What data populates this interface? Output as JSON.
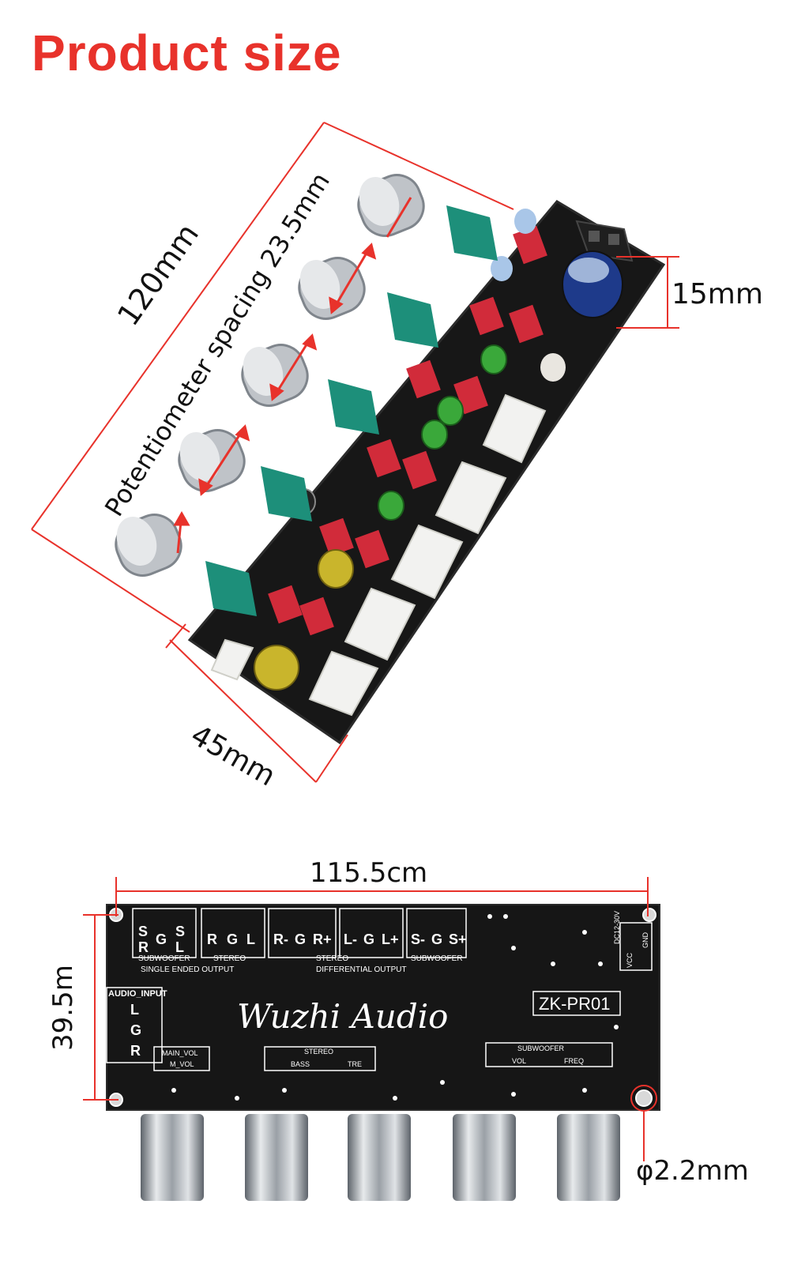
{
  "title": "Product size",
  "top_view": {
    "length": "120mm",
    "pot_spacing": "Potentiometer spacing 23.5mm",
    "height": "15mm",
    "width": "45mm"
  },
  "bottom_view": {
    "length": "115.5cm",
    "width": "39.5m",
    "hole": "φ2.2mm",
    "labels": {
      "model": "ZK-PR01",
      "brand": "Wuzhi Audio",
      "audio_input": "AUDIO_INPUT",
      "single_ended": "SINGLE ENDED OUTPUT",
      "differential": "DIFFERENTIAL OUTPUT",
      "subwoofer": "SUBWOOFER",
      "stereo": "STEREO",
      "main_vol": "MAIN_VOL",
      "m_vol": "M_VOL",
      "bass": "BASS",
      "tre": "TRE",
      "vol": "VOL",
      "freq": "FREQ",
      "power": "DC12-30V",
      "vcc": "VCC",
      "gnd": "GND",
      "l": "L",
      "g": "G",
      "r": "R"
    },
    "pins": [
      [
        "S",
        "R"
      ],
      [
        "G"
      ],
      [
        "S",
        "L"
      ],
      [
        "R"
      ],
      [
        "G"
      ],
      [
        "L"
      ],
      [
        "R-"
      ],
      [
        "G"
      ],
      [
        "R+"
      ],
      [
        "L-"
      ],
      [
        "G"
      ],
      [
        "L+"
      ],
      [
        "S-"
      ],
      [
        "G"
      ],
      [
        "S+"
      ]
    ]
  },
  "colors": {
    "accent": "#e8322b",
    "pcb": "#161616",
    "potentiometer": "#1d8f7a"
  }
}
